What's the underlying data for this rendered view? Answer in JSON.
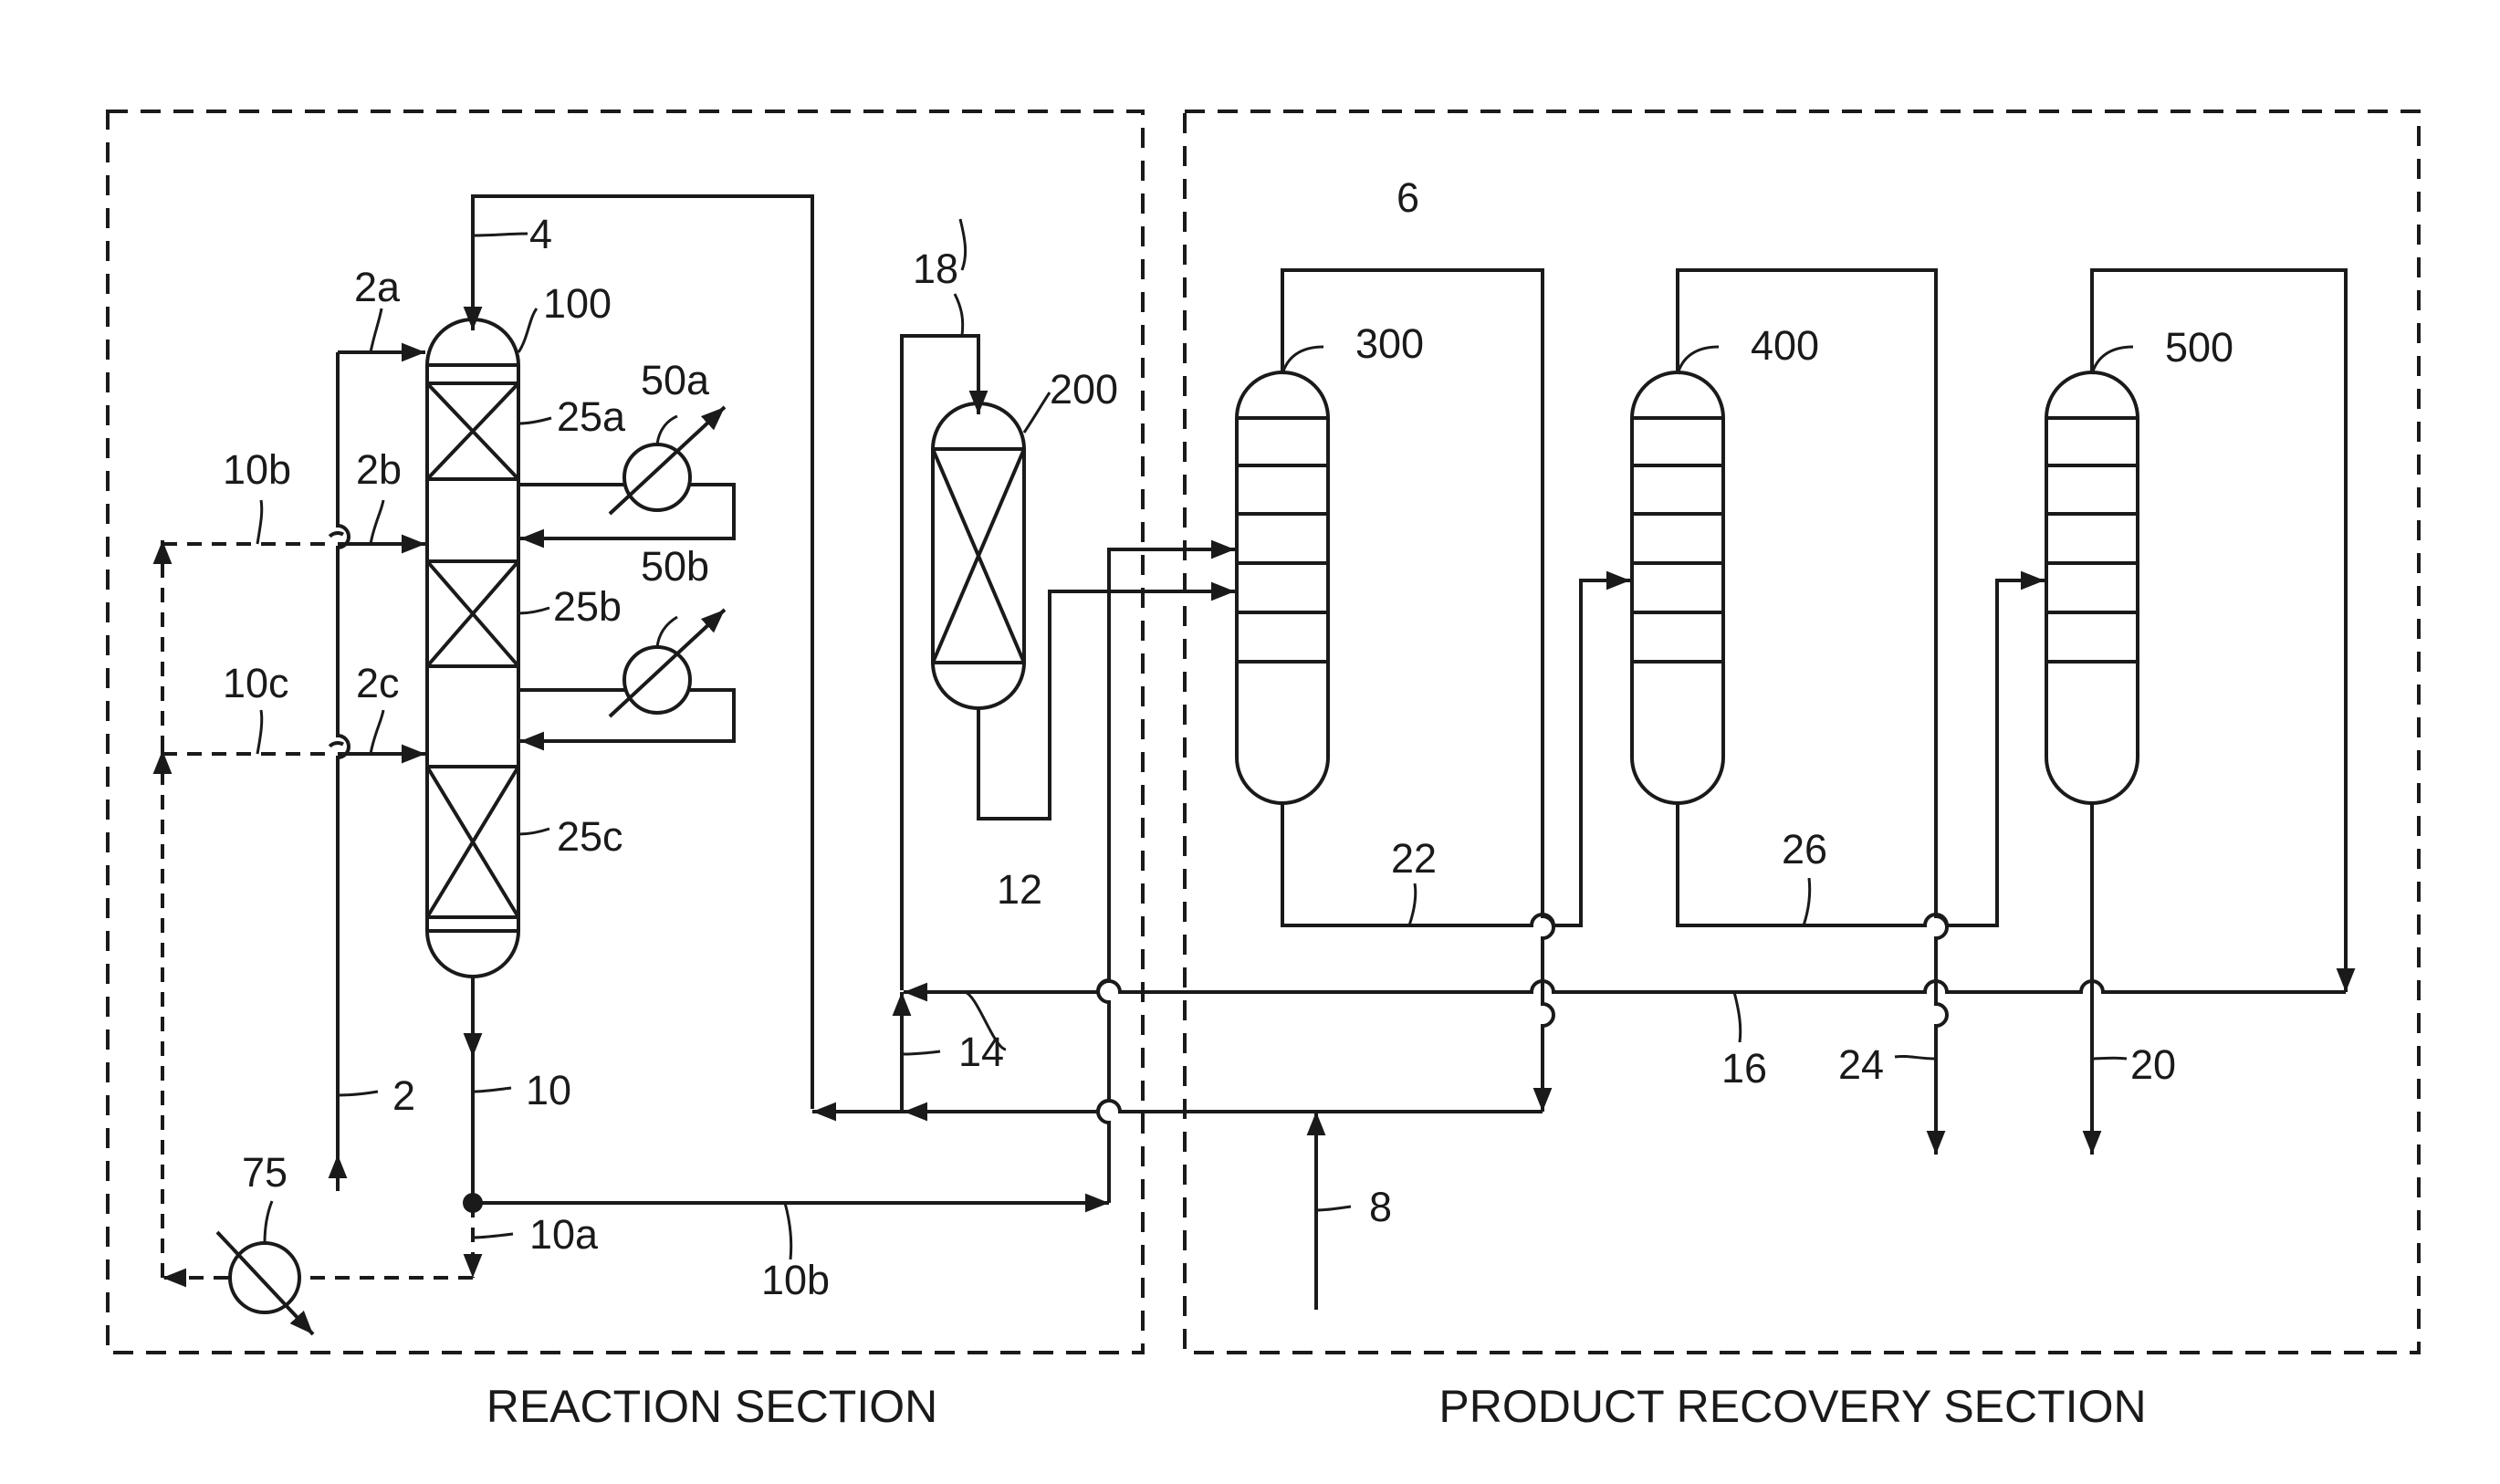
{
  "sections": {
    "reaction": "REACTION SECTION",
    "product_recovery": "PRODUCT RECOVERY SECTION"
  },
  "labels": {
    "l4": "4",
    "l6": "6",
    "l18": "18",
    "l2a": "2a",
    "l100": "100",
    "l200": "200",
    "l300": "300",
    "l400": "400",
    "l500": "500",
    "l25a": "25a",
    "l50a": "50a",
    "l10b_top": "10b",
    "l2b": "2b",
    "l50b": "50b",
    "l25b": "25b",
    "l10c": "10c",
    "l2c": "2c",
    "l25c": "25c",
    "l22": "22",
    "l26": "26",
    "l12": "12",
    "l14": "14",
    "l16": "16",
    "l24": "24",
    "l20": "20",
    "l2": "2",
    "l10": "10",
    "l75": "75",
    "l10a": "10a",
    "l10b_bottom": "10b",
    "l8": "8"
  }
}
